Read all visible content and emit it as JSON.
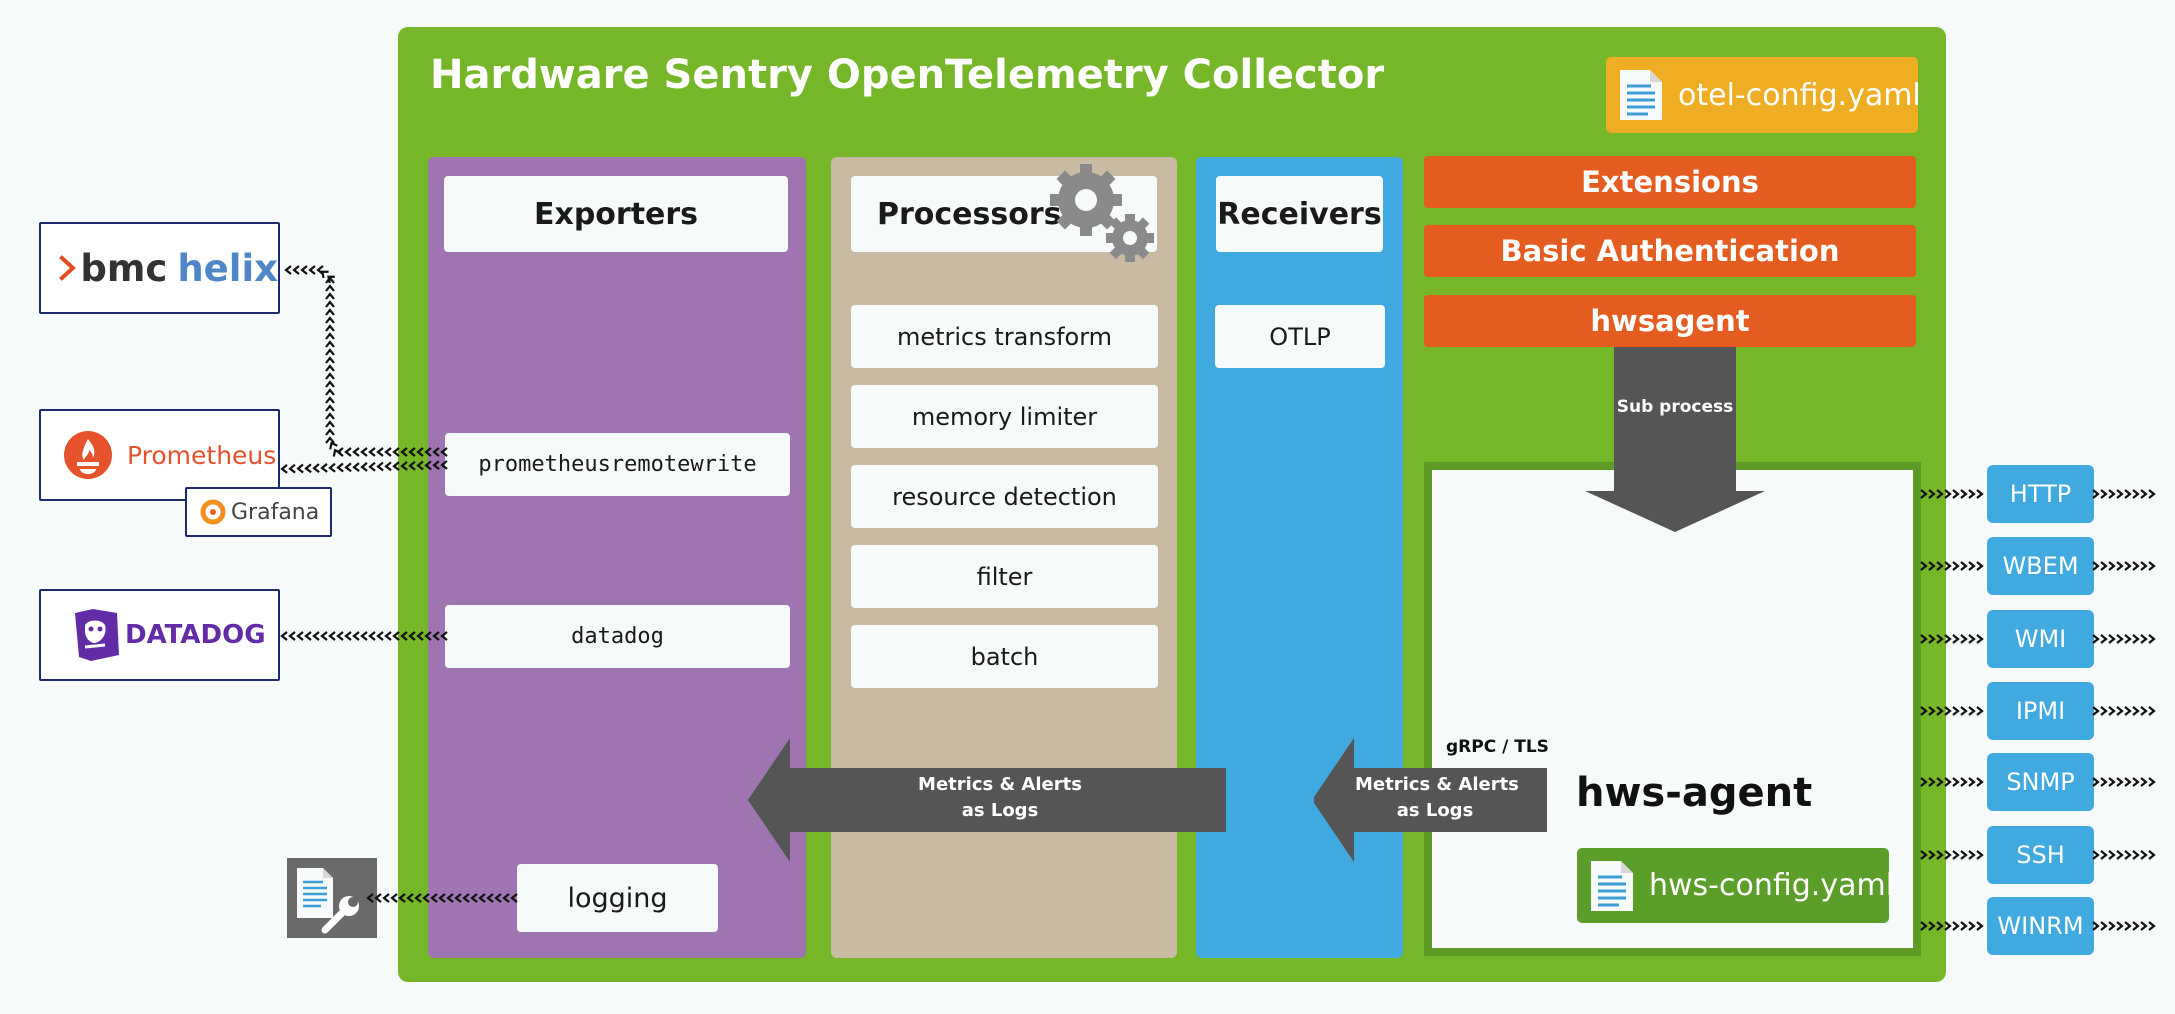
{
  "title": "Hardware Sentry OpenTelemetry Collector",
  "otel_config": "otel-config.yaml",
  "exporters": {
    "header": "Exporters",
    "items": [
      "prometheusremotewrite",
      "datadog",
      "logging"
    ]
  },
  "processors": {
    "header": "Processors",
    "items": [
      "metrics transform",
      "memory limiter",
      "resource detection",
      "filter",
      "batch"
    ]
  },
  "receivers": {
    "header": "Receivers",
    "items": [
      "OTLP"
    ]
  },
  "extensions": [
    "Extensions",
    "Basic Authentication",
    "hwsagent"
  ],
  "sub_process": "Sub process",
  "agent": {
    "title": "hws-agent",
    "config": "hws-config.yaml"
  },
  "arrows": {
    "grpc_label": "gRPC / TLS",
    "metrics_line1": "Metrics & Alerts",
    "metrics_line2": "as Logs"
  },
  "backends": {
    "bmc_a": "bmc",
    "bmc_b": "helix",
    "prometheus": "Prometheus",
    "grafana": "Grafana",
    "datadog": "DATADOG"
  },
  "protocols": [
    "HTTP",
    "WBEM",
    "WMI",
    "IPMI",
    "SNMP",
    "SSH",
    "WINRM"
  ],
  "colors": {
    "collector": "#76b72a",
    "exporters": "#9e75b1",
    "processors": "#c8bba1",
    "receivers": "#40a9e0",
    "extensions": "#e55c20",
    "config_yaml": "#eead22",
    "arrows": "#555555"
  }
}
